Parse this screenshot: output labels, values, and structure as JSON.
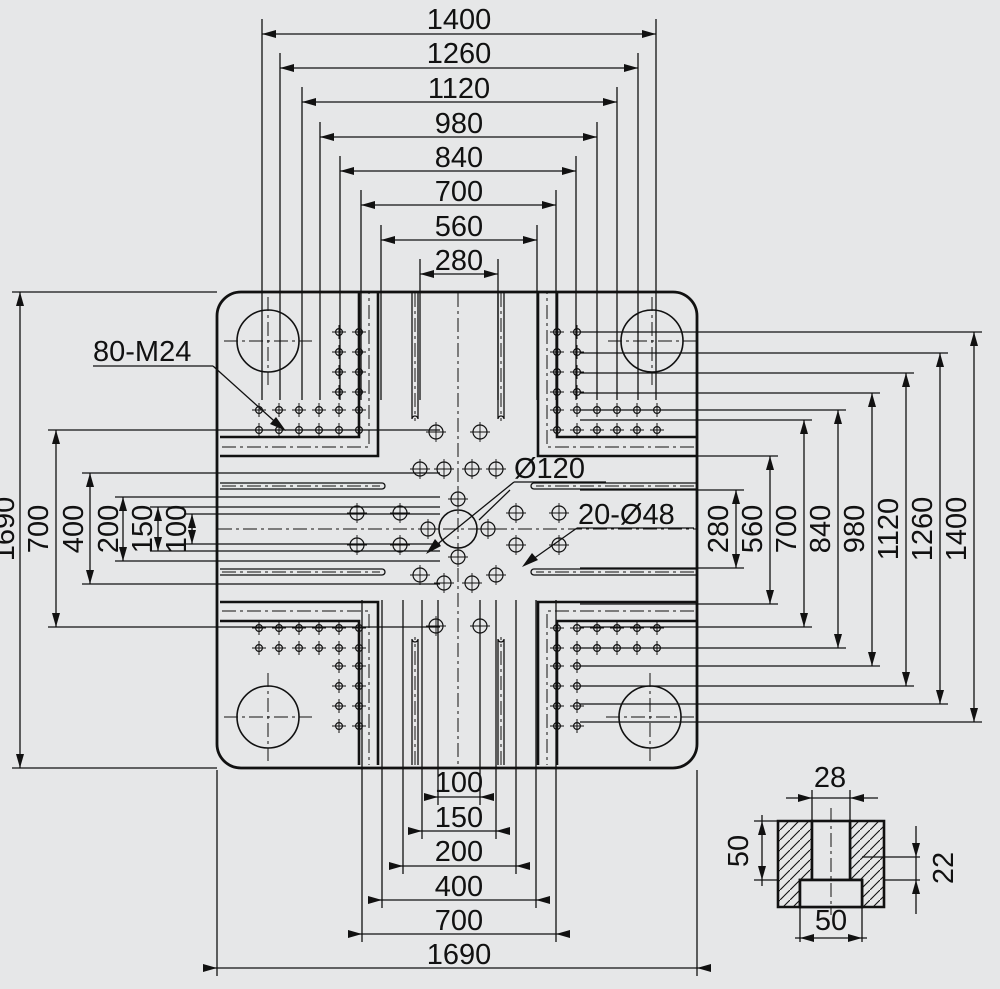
{
  "colors": {
    "background": "#e6e7e8",
    "ink": "#111111",
    "platen": "#e6e7e8"
  },
  "top_dims": [
    "1400",
    "1260",
    "1120",
    "980",
    "840",
    "700",
    "560",
    "280"
  ],
  "right_dims": [
    "280",
    "560",
    "700",
    "840",
    "980",
    "1120",
    "1260",
    "1400"
  ],
  "left_dims": [
    "1690",
    "700",
    "400",
    "200",
    "150",
    "100"
  ],
  "bottom_dims": [
    "100",
    "150",
    "200",
    "400",
    "700",
    "1690"
  ],
  "callouts": {
    "tapped_holes": "80-M24",
    "center_hole": "Ø120",
    "through_holes": "20-Ø48"
  },
  "tslot_section": {
    "top_width": "28",
    "depth": "50",
    "slot_depth": "22",
    "bottom_width": "50"
  }
}
